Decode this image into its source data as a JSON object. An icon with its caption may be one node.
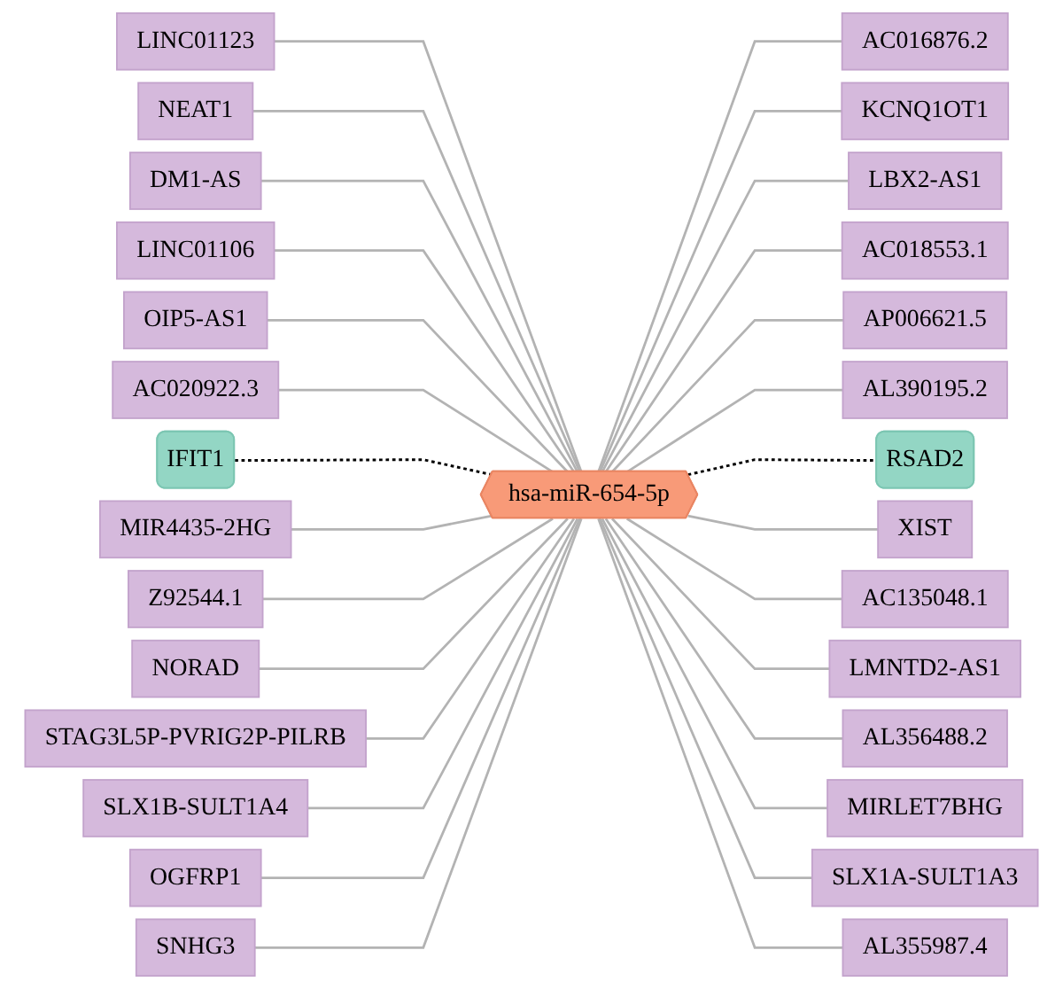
{
  "diagram": {
    "nodes": [
      {
        "text": [
          "LINC01123"
        ]
      },
      {
        "text": [
          "AC016876.2"
        ]
      },
      {
        "text": [
          "NEAT1"
        ]
      },
      {
        "text": [
          "KCNQ1OT1"
        ]
      },
      {
        "text": [
          "DM1-AS"
        ]
      },
      {
        "text": [
          "LBX2-AS1"
        ]
      },
      {
        "text": [
          "LINC01106"
        ]
      },
      {
        "text": [
          "AC018553.1"
        ]
      },
      {
        "text": [
          "OIP5-AS1"
        ]
      },
      {
        "text": [
          "AP006621.5"
        ]
      },
      {
        "text": [
          "AC020922.3"
        ]
      },
      {
        "text": [
          "AL390195.2"
        ]
      },
      {
        "text": [
          "IFIT1"
        ]
      },
      {
        "text": [
          "RSAD2"
        ]
      },
      {
        "text": [
          "MIR4435-2HG"
        ]
      },
      {
        "text": [
          "XIST"
        ]
      },
      {
        "text": [
          "hsa-miR-654-5p"
        ]
      },
      {
        "text": [
          "Z92544.1"
        ]
      },
      {
        "text": [
          "AC135048.1"
        ]
      },
      {
        "text": [
          "NORAD"
        ]
      },
      {
        "text": [
          "LMNTD2-AS1"
        ]
      },
      {
        "text": [
          "STAG3L5P-PVRIG2P-PILRB"
        ]
      },
      {
        "text": [
          "AL356488.2"
        ]
      },
      {
        "text": [
          "SLX1B-SULT1A4"
        ]
      },
      {
        "text": [
          "MIRLET7BHG"
        ]
      },
      {
        "text": [
          "OGFRP1"
        ]
      },
      {
        "text": [
          "SLX1A-SULT1A3"
        ]
      },
      {
        "text": [
          "SNHG3"
        ]
      },
      {
        "text": [
          "AL355987.4"
        ]
      }
    ],
    "edges": [
      {
        "from": 0,
        "to": 16,
        "arrow": "none"
      },
      {
        "from": 16,
        "to": 1,
        "arrow": "none"
      },
      {
        "from": 2,
        "to": 16,
        "arrow": "none"
      },
      {
        "from": 16,
        "to": 3,
        "arrow": "none"
      },
      {
        "from": 4,
        "to": 16,
        "arrow": "none"
      },
      {
        "from": 16,
        "to": 5,
        "arrow": "none"
      },
      {
        "from": 6,
        "to": 16,
        "arrow": "none"
      },
      {
        "from": 16,
        "to": 7,
        "arrow": "none"
      },
      {
        "from": 8,
        "to": 16,
        "arrow": "none"
      },
      {
        "from": 16,
        "to": 9,
        "arrow": "none"
      },
      {
        "from": 10,
        "to": 16,
        "arrow": "none"
      },
      {
        "from": 16,
        "to": 11,
        "arrow": "none"
      },
      {
        "from": 12,
        "to": 16,
        "arrow": "none",
        "style": "dashed",
        "color": "#000000"
      },
      {
        "from": 16,
        "to": 13,
        "arrow": "none",
        "style": "dashed",
        "color": "#000000"
      },
      {
        "from": 14,
        "to": 16,
        "arrow": "none"
      },
      {
        "from": 16,
        "to": 15,
        "arrow": "none"
      },
      {
        "from": 17,
        "to": 16,
        "arrow": "none"
      },
      {
        "from": 16,
        "to": 18,
        "arrow": "none"
      },
      {
        "from": 19,
        "to": 16,
        "arrow": "none"
      },
      {
        "from": 16,
        "to": 20,
        "arrow": "none"
      },
      {
        "from": 21,
        "to": 16,
        "arrow": "none"
      },
      {
        "from": 16,
        "to": 22,
        "arrow": "none"
      },
      {
        "from": 23,
        "to": 16,
        "arrow": "none"
      },
      {
        "from": 16,
        "to": 24,
        "arrow": "none"
      },
      {
        "from": 25,
        "to": 16,
        "arrow": "none"
      },
      {
        "from": 16,
        "to": 26,
        "arrow": "none"
      },
      {
        "from": 27,
        "to": 16,
        "arrow": "none"
      },
      {
        "from": 16,
        "to": 28,
        "arrow": "none"
      }
    ]
  }
}
